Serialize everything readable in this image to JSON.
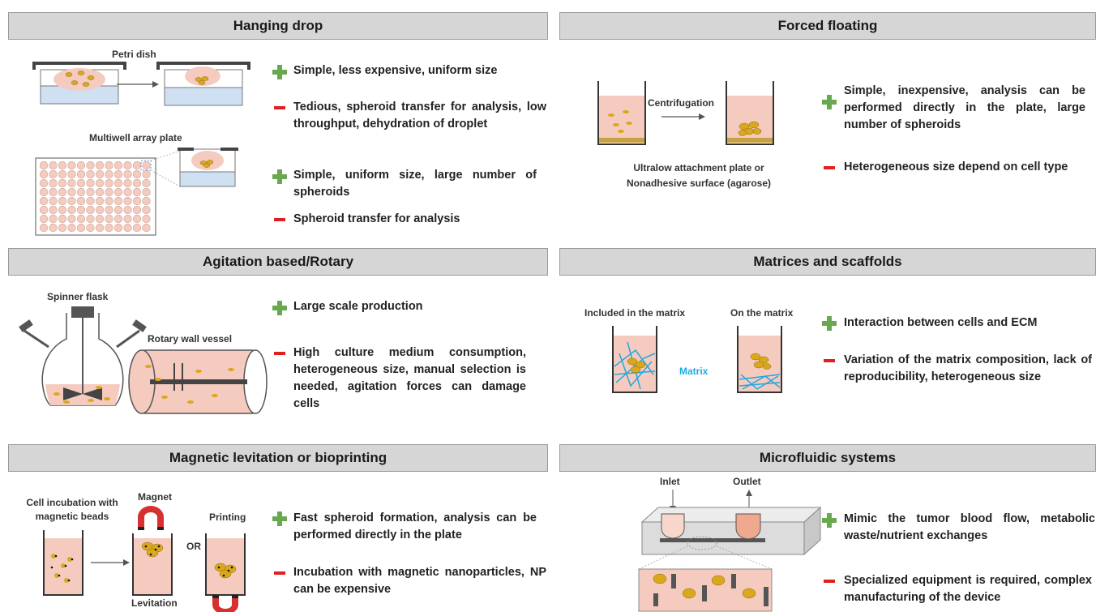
{
  "colors": {
    "header_bg": "#d6d6d6",
    "plus": "#6aa84f",
    "minus": "#e02020",
    "cell": "#d9a81c",
    "medium": "#f6cbbf",
    "matrix": "#20a8e0"
  },
  "panels": {
    "hanging_drop": {
      "title": "Hanging drop",
      "labels": {
        "petri": "Petri dish",
        "multiwell": "Multiwell array plate"
      },
      "items": [
        {
          "sign": "plus",
          "text": "Simple, less expensive, uniform size"
        },
        {
          "sign": "minus",
          "text": "Tedious, spheroid transfer for analysis, low throughput, dehydration of droplet"
        },
        {
          "sign": "plus",
          "text": "Simple, uniform size, large number of spheroids"
        },
        {
          "sign": "minus",
          "text": "Spheroid transfer for analysis"
        }
      ]
    },
    "forced_floating": {
      "title": "Forced floating",
      "labels": {
        "centrifugation": "Centrifugation",
        "plate_line1": "Ultralow attachment plate or",
        "plate_line2": "Nonadhesive surface (agarose)"
      },
      "items": [
        {
          "sign": "plus",
          "text": "Simple, inexpensive, analysis can be performed directly in the plate, large number of spheroids"
        },
        {
          "sign": "minus",
          "text": "Heterogeneous size depend on cell type"
        }
      ]
    },
    "agitation": {
      "title": "Agitation based/Rotary",
      "labels": {
        "spinner": "Spinner flask",
        "rotary": "Rotary wall vessel"
      },
      "items": [
        {
          "sign": "plus",
          "text": "Large scale production"
        },
        {
          "sign": "minus",
          "text": "High culture medium consumption, heterogeneous size, manual selection is needed, agitation forces can damage cells"
        }
      ]
    },
    "matrices": {
      "title": "Matrices and scaffolds",
      "labels": {
        "included": "Included in the matrix",
        "on": "On the matrix",
        "matrix": "Matrix"
      },
      "items": [
        {
          "sign": "plus",
          "text": "Interaction between cells and ECM"
        },
        {
          "sign": "minus",
          "text": "Variation of the matrix composition, lack of reproducibility, heterogeneous size"
        }
      ]
    },
    "magnetic": {
      "title": "Magnetic levitation or bioprinting",
      "labels": {
        "incubation_line1": "Cell incubation with",
        "incubation_line2": "magnetic beads",
        "magnet": "Magnet",
        "or": "OR",
        "printing": "Printing",
        "levitation": "Levitation"
      },
      "items": [
        {
          "sign": "plus",
          "text": "Fast spheroid formation, analysis can be performed directly in the plate"
        },
        {
          "sign": "minus",
          "text": "Incubation with magnetic nanoparticles, NP can be expensive"
        }
      ]
    },
    "microfluidic": {
      "title": "Microfluidic systems",
      "labels": {
        "inlet": "Inlet",
        "outlet": "Outlet"
      },
      "items": [
        {
          "sign": "plus",
          "text": "Mimic the tumor blood flow, metabolic waste/nutrient exchanges"
        },
        {
          "sign": "minus",
          "text": "Specialized equipment is required, complex manufacturing of the device"
        }
      ]
    }
  }
}
